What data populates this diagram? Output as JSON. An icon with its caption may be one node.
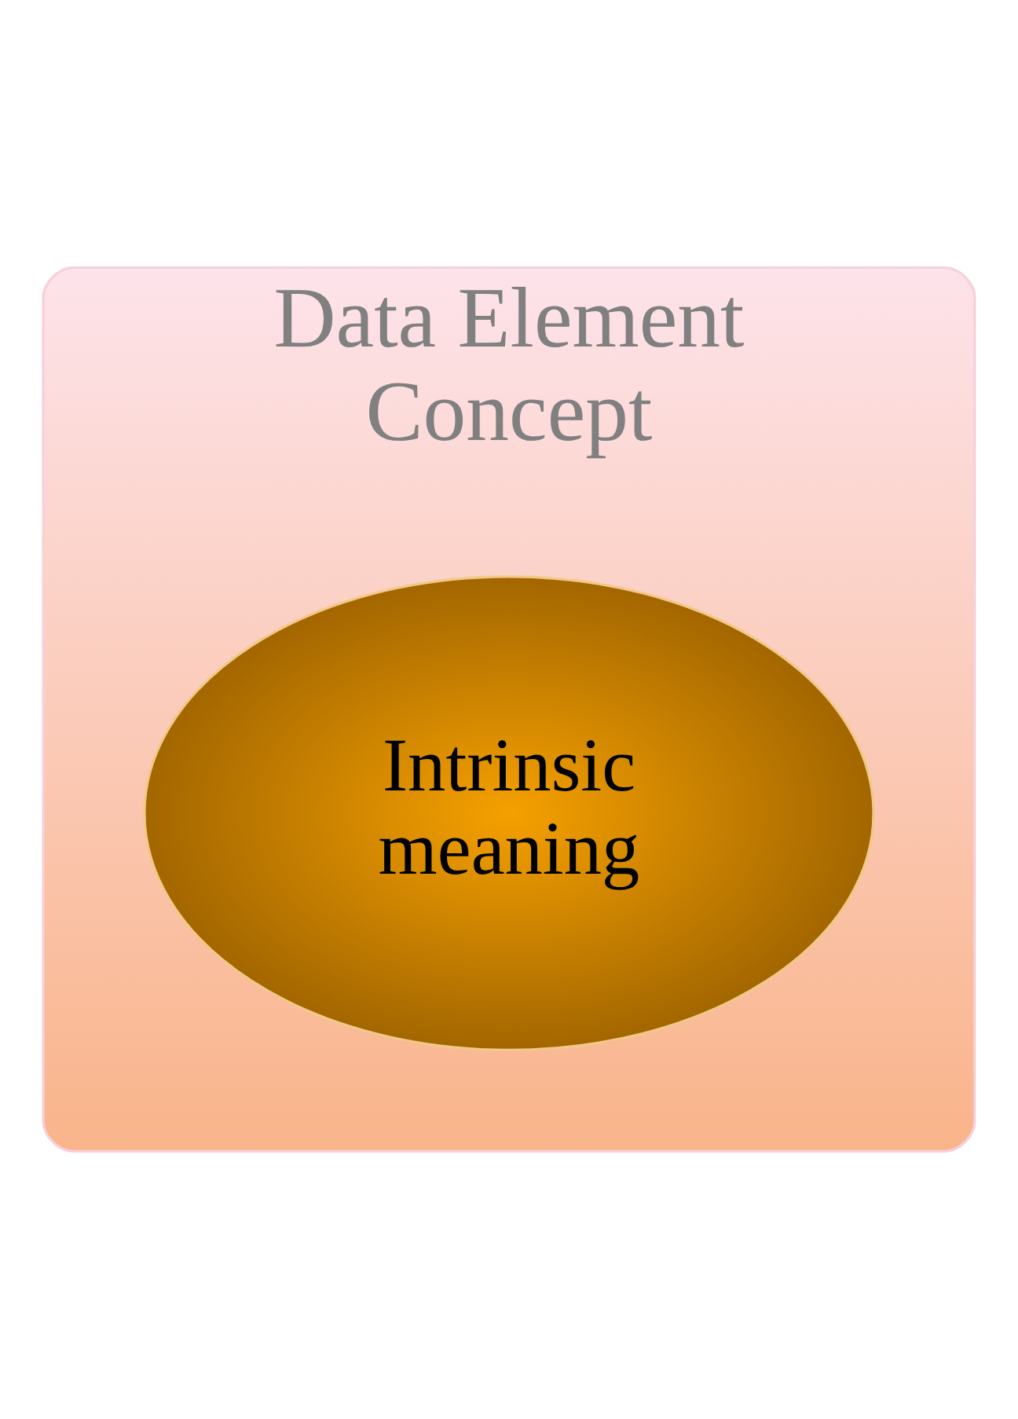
{
  "diagram": {
    "nodes": [
      {
        "text": [
          "Data Element Concept"
        ]
      },
      {
        "text": [
          "Intrinsic meaning"
        ],
        "in": 0
      }
    ],
    "edges": []
  }
}
